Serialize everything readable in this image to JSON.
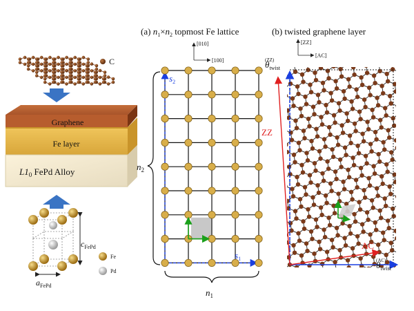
{
  "left": {
    "carbon_label": "C",
    "layers": {
      "graphene": "Graphene",
      "fe_layer": "Fe layer",
      "alloy_prefix": "L1",
      "alloy_sub": "0",
      "alloy_suffix": " FePd Alloy"
    },
    "crystal": {
      "fe_label": "Fe",
      "pd_label": "Pd",
      "c_main": "c",
      "c_sub": "FePd",
      "a_main": "a",
      "a_sub": "FePd"
    },
    "colors": {
      "fe": "#c8962e",
      "pd": "#cfcfcf",
      "carbon": "#8a4a22",
      "arrow": "#3a74c4"
    }
  },
  "panel_a": {
    "title_prefix": "(a) ",
    "title_n1": "n",
    "title_n1_sub": "1",
    "title_times": "×",
    "title_n2": "n",
    "title_n2_sub": "2",
    "title_suffix": " topmost Fe lattice",
    "axis_up": "[010]",
    "axis_right": "[100]",
    "s2_label": "s",
    "s2_sub": "2",
    "s1_label": "s",
    "s1_sub": "1",
    "n2_label": "n",
    "n2_sub": "2",
    "n1_label": "n",
    "n1_sub": "1",
    "colors": {
      "atom": "#d8ae4a",
      "blue": "#1a3fe0",
      "green": "#1aa01a",
      "cell": "#c8c8c8"
    }
  },
  "panel_b": {
    "title": "(b) twisted graphene layer",
    "axis_up": "[ZZ]",
    "axis_right": "[AC]",
    "theta_zz_main": "θ",
    "theta_zz_sub": "twist",
    "theta_zz_sup": "(ZZ)",
    "zz_label": "ZZ",
    "ac_label": "AC",
    "theta_ac_main": "θ",
    "theta_ac_sub": "twist",
    "theta_ac_sup": "(AC)",
    "colors": {
      "carbon": "#7a3a1a",
      "red": "#e02020",
      "blue": "#1a3fe0"
    }
  }
}
